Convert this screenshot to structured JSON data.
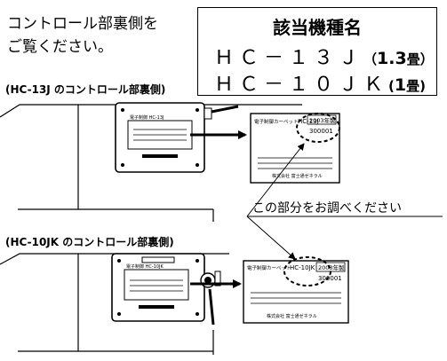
{
  "intro": {
    "line1": "コントロール部裏側を",
    "line2": "ご覧ください。"
  },
  "models": {
    "title": "該当機種名",
    "items": [
      {
        "code": "ＨＣ－１３Ｊ",
        "capacity_open": "（",
        "capacity_num": "1.3",
        "capacity_unit": "畳）"
      },
      {
        "code": "ＨＣ－１０ＪＫ",
        "capacity_open": "(",
        "capacity_num": "1",
        "capacity_unit": "畳)"
      }
    ]
  },
  "sections": {
    "top_label": "(HC-13J のコントロール部裏側)",
    "bottom_label": "(HC-10JK のコントロール部裏側)"
  },
  "labels": {
    "top": {
      "product": "電子制御カーペット",
      "model": "HC-13J",
      "year": "2003年製",
      "serial": "300001",
      "maker": "株式会社 富士通ゼネラル"
    },
    "bottom": {
      "product": "電子制御カーペット",
      "model": "HC-10JK",
      "year": "2003年製",
      "serial": "300001",
      "maker": "株式会社 富士通ゼネラル"
    },
    "small_top": "電子制御 HC-13J",
    "small_bottom": "電子制御 HC-10JK"
  },
  "callout": "この部分をお調べください"
}
